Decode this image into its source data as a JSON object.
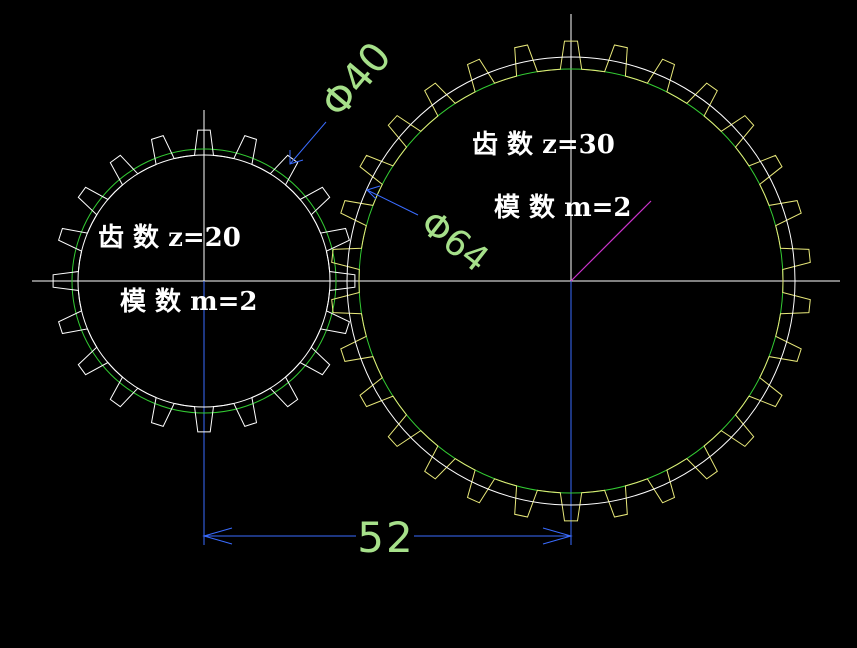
{
  "gear_small": {
    "teeth_label": "齿 数 z=20",
    "module_label": "模 数 m=2",
    "tooth_count": 20,
    "diameter_label": "Φ40"
  },
  "gear_large": {
    "teeth_label": "齿 数 z=30",
    "module_label": "模 数 m=2",
    "tooth_count": 30,
    "diameter_label": "Φ64"
  },
  "center_distance_label": "52",
  "colors": {
    "background": "#000000",
    "gear_outline": "#ffffff",
    "gear_outline_large": "#e8e87a",
    "pitch_circle": "#33cc33",
    "centerline": "#ffffff",
    "dimension": "#3a6cff",
    "dimension_text": "#a6e08a",
    "radius_line": "#cc33cc",
    "label": "#ffffff"
  }
}
